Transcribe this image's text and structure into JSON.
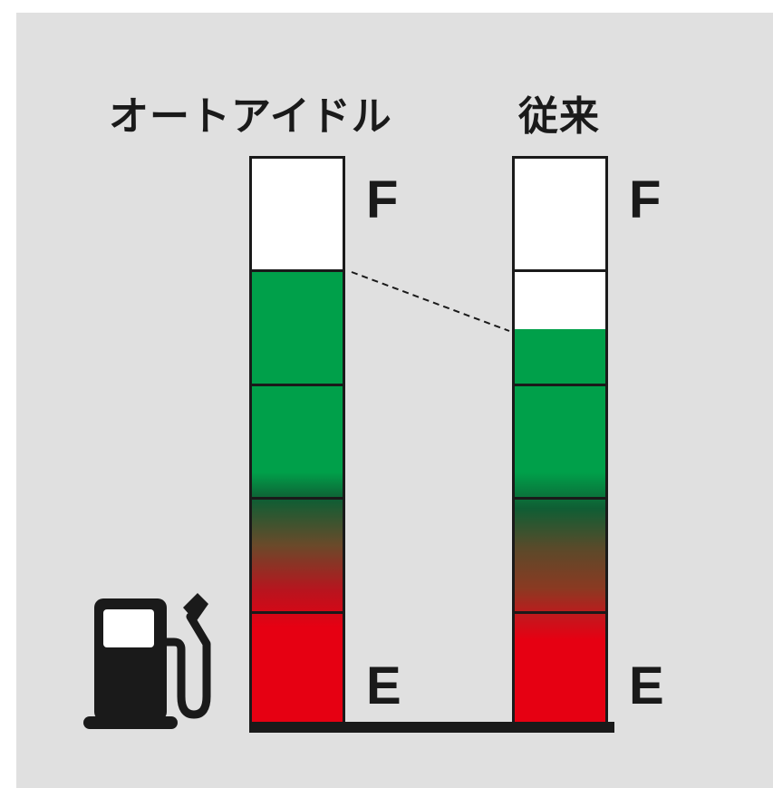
{
  "labels": {
    "auto_idle": "オートアイドル",
    "conventional": "従来"
  },
  "gauges": [
    {
      "name": "auto-idle",
      "full_mark": "F",
      "empty_mark": "E",
      "fuel_level": 0.8,
      "segments": 5
    },
    {
      "name": "conventional",
      "full_mark": "F",
      "empty_mark": "E",
      "fuel_level": 0.7,
      "segments": 5
    }
  ],
  "colors": {
    "background": "#e0e0e0",
    "green": "#00a04a",
    "dark_green": "#0f5e34",
    "brown": "#6a4a2a",
    "red": "#e60012",
    "outline": "#1a1a1a"
  },
  "icons": {
    "fuel_pump": "fuel-pump-icon"
  }
}
